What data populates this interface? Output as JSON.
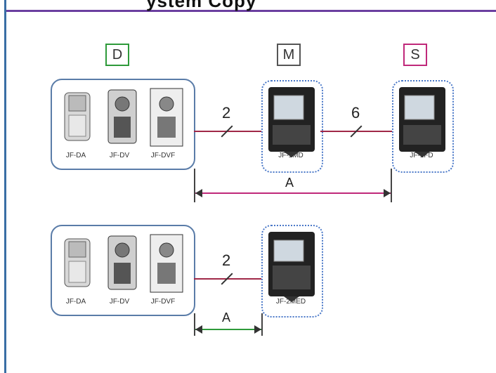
{
  "header": {
    "partial_text": "ystem Copy"
  },
  "section_letters": {
    "door": "D",
    "master": "M",
    "sub": "S"
  },
  "row1": {
    "door_units": [
      "JF-DA",
      "JF-DV",
      "JF-DVF"
    ],
    "master_unit": "JF-1MD",
    "sub_unit": "JF-1FD",
    "wire_count_1": "2",
    "wire_count_2": "6",
    "distance_label": "A"
  },
  "row2": {
    "door_units": [
      "JF-DA",
      "JF-DV",
      "JF-DVF"
    ],
    "master_unit": "JF-2MED",
    "wire_count": "2",
    "distance_label": "A"
  },
  "colors": {
    "wire": "#a02848",
    "dim_row1": "#c0287a",
    "dim_row2": "#2e9a3a",
    "box_border": "#5a7ca8",
    "dotted_border": "#4a78c8",
    "letter_d_border": "#2e9a3a",
    "letter_m_border": "#555555",
    "letter_s_border": "#c0287a"
  }
}
